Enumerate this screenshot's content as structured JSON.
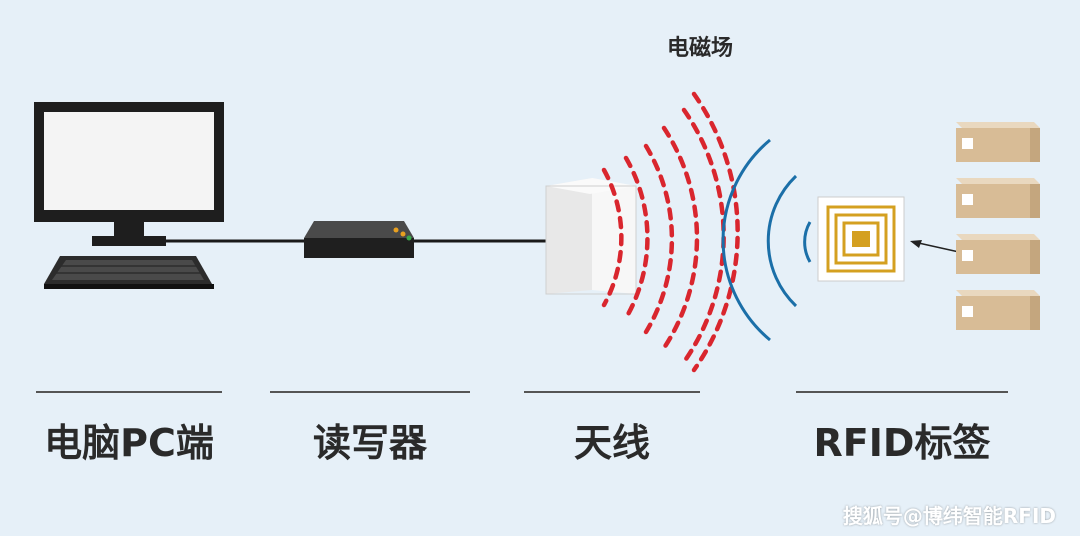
{
  "labels": {
    "pc": "电脑PC端",
    "reader": "读写器",
    "antenna": "天线",
    "tag": "RFID标签"
  },
  "field_label": "电磁场",
  "watermark": "搜狐号@博纬智能RFID",
  "colors": {
    "background": "#e6f0f8",
    "field_dash": "#d9262e",
    "wave": "#1b6fa8",
    "tag_coil": "#d4a020",
    "box": "#d8bc96",
    "text": "#2a2a2a"
  }
}
